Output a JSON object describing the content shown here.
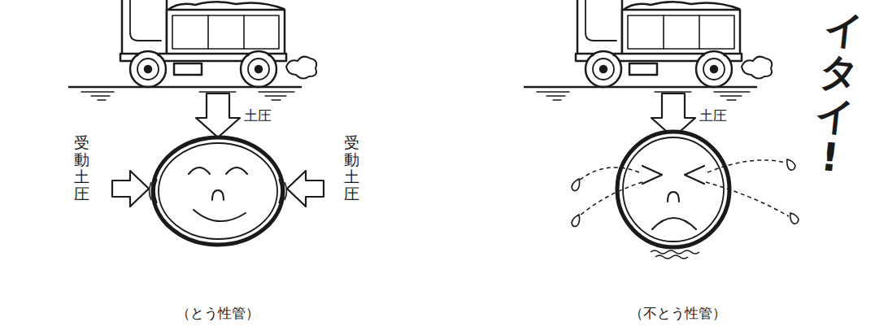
{
  "diagram": {
    "labels": [
      "土圧",
      "受動土圧",
      "受動土圧",
      "（とう性管）",
      "土圧",
      "イタイ!",
      "（不とう性管）"
    ]
  }
}
